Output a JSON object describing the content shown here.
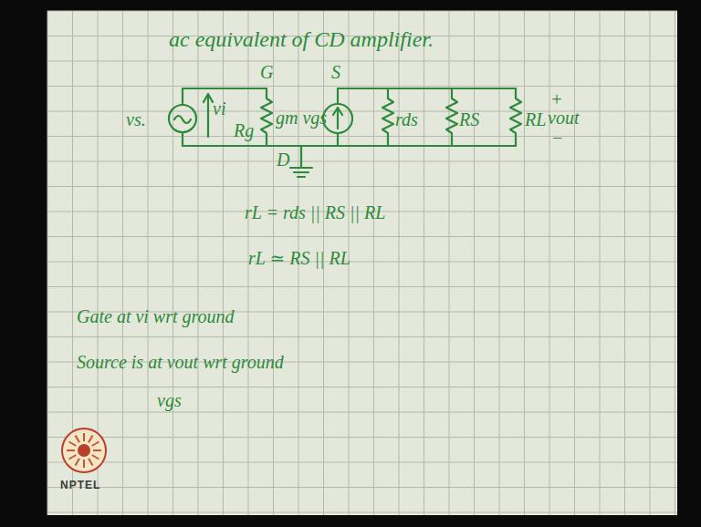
{
  "diagram": {
    "title": "ac equivalent of CD amplifier.",
    "labels": [
      "G",
      "S",
      "D",
      "vs.",
      "vi",
      "Rg",
      "gm vgs",
      "rds",
      "RS",
      "RL",
      "+",
      "vout",
      "−",
      "rL = rds || RS || RL",
      "rL ≃ RS || RL",
      "Gate at vi wrt ground",
      "Source is at vout wrt ground",
      "vgs",
      "NPTEL"
    ]
  }
}
